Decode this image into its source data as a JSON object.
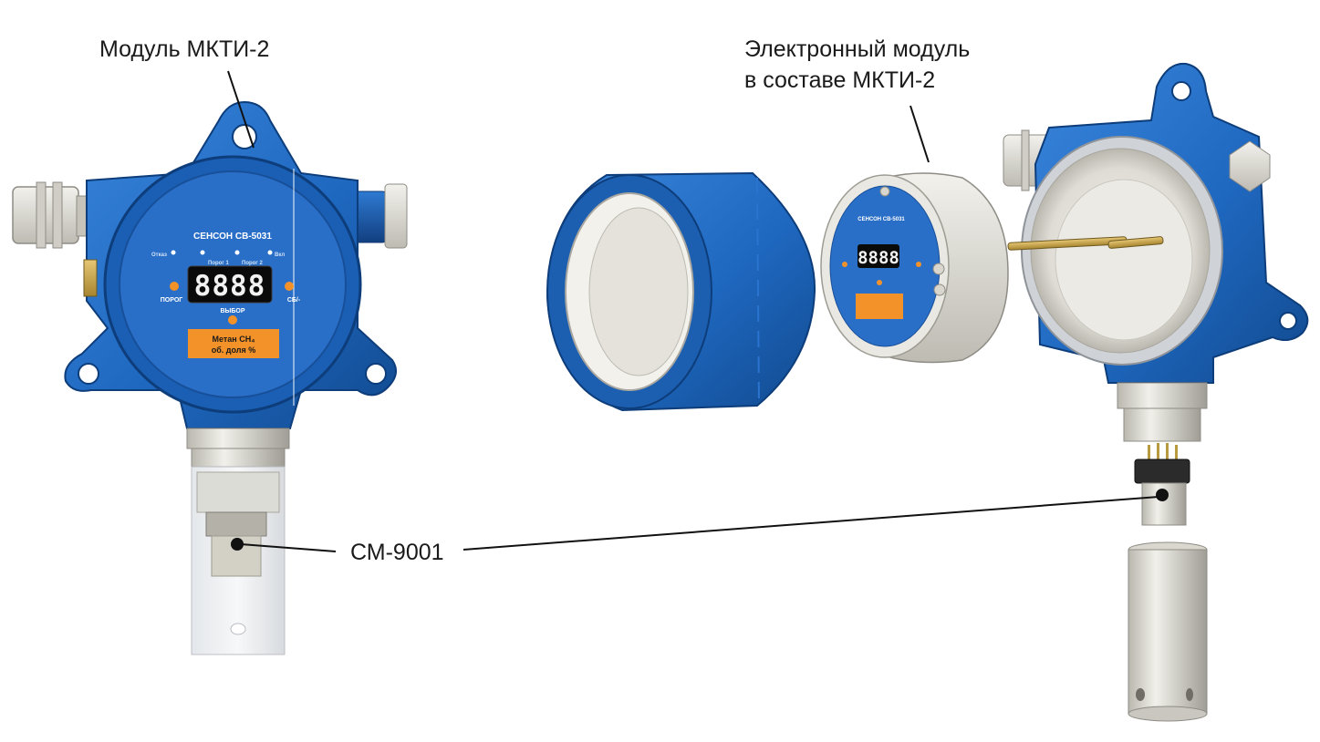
{
  "labels": {
    "module": "Модуль МКТИ-2",
    "electronic_line1": "Электронный модуль",
    "electronic_line2": "в составе МКТИ-2",
    "sensor": "СМ-9001"
  },
  "device": {
    "brand": "СЕНСОН СВ-5031",
    "brand_small": "СЕНСОН СВ-5031",
    "led_labels": [
      "Отказ",
      "Порог 1",
      "Порог 2",
      "Вкл"
    ],
    "display": "8888",
    "left_button": "ПОРОГ",
    "right_button": "СБ/-",
    "bottom_button": "ВЫБОР",
    "gas_line1": "Метан СН₄",
    "gas_line2": "об. доля %"
  },
  "colors": {
    "housing_blue": "#1f68c0",
    "housing_dark": "#114a8f",
    "panel_blue": "#2a6fc7",
    "orange": "#f4922a",
    "grey_metal": "#d7d5cc",
    "leader_line": "#111111"
  },
  "icons": [
    "sensor-dot",
    "led-indicator",
    "mounting-hole"
  ]
}
